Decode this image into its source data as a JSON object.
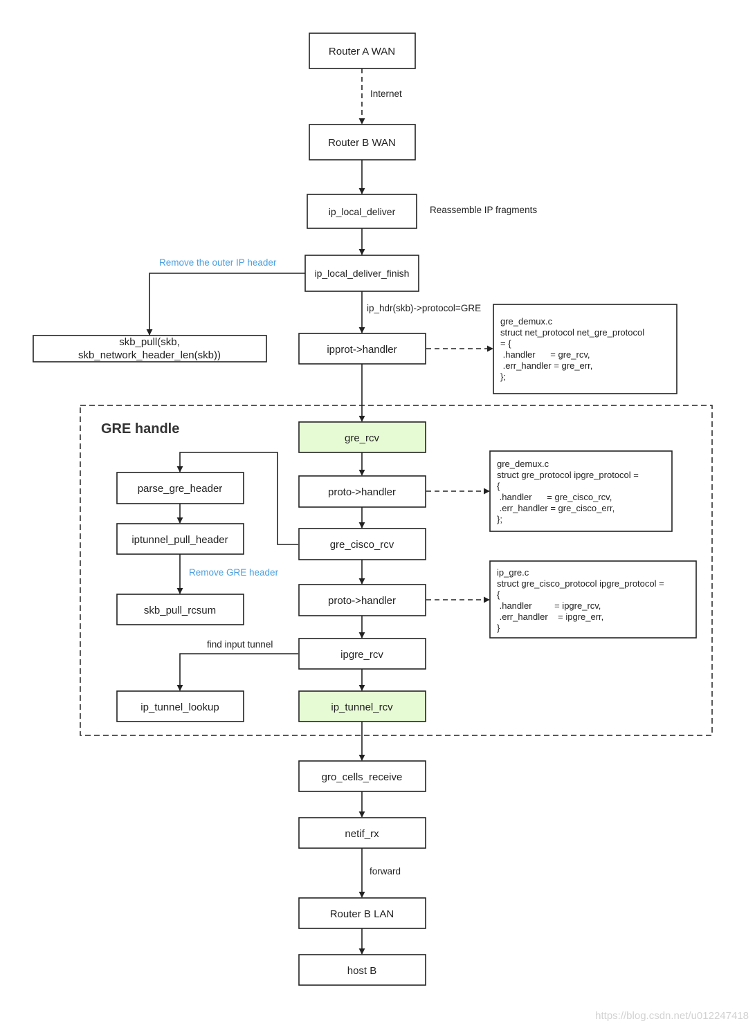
{
  "nodes": {
    "router_a_wan": "Router A WAN",
    "router_b_wan": "Router B WAN",
    "ip_local_deliver": "ip_local_deliver",
    "ip_local_deliver_finish": "ip_local_deliver_finish",
    "skb_pull": [
      "skb_pull(skb,",
      "skb_network_header_len(skb))"
    ],
    "ipprot_handler": "ipprot->handler",
    "gre_rcv": "gre_rcv",
    "parse_gre_header": "parse_gre_header",
    "proto_handler_1": "proto->handler",
    "iptunnel_pull_header": "iptunnel_pull_header",
    "gre_cisco_rcv": "gre_cisco_rcv",
    "skb_pull_rcsum": "skb_pull_rcsum",
    "proto_handler_2": "proto->handler",
    "ipgre_rcv": "ipgre_rcv",
    "ip_tunnel_lookup": "ip_tunnel_lookup",
    "ip_tunnel_rcv": "ip_tunnel_rcv",
    "gro_cells_receive": "gro_cells_receive",
    "netif_rx": "netif_rx",
    "router_b_lan": "Router B LAN",
    "host_b": "host B"
  },
  "code_boxes": {
    "net_gre_protocol": [
      "gre_demux.c",
      "struct net_protocol net_gre_protocol",
      "= {",
      " .handler      = gre_rcv,",
      " .err_handler = gre_err,",
      "};"
    ],
    "ipgre_protocol": [
      "gre_demux.c",
      "struct gre_protocol ipgre_protocol =",
      "{",
      " .handler      = gre_cisco_rcv,",
      " .err_handler = gre_cisco_err,",
      "};"
    ],
    "gre_cisco_protocol": [
      "ip_gre.c",
      "struct gre_cisco_protocol ipgre_protocol =",
      "{",
      " .handler         = ipgre_rcv,",
      " .err_handler    = ipgre_err,",
      "}"
    ]
  },
  "edge_labels": {
    "internet": "Internet",
    "reassemble": "Reassemble IP fragments",
    "remove_outer": "Remove the outer IP header",
    "protocol_gre": "ip_hdr(skb)->protocol=GRE",
    "remove_gre": "Remove GRE header",
    "find_tunnel": "find input tunnel",
    "forward": "forward"
  },
  "region": {
    "title": "GRE handle"
  },
  "watermark": "https://blog.csdn.net/u012247418",
  "colors": {
    "highlight": "#e6fbd3",
    "annotation": "#4a9fe0"
  }
}
